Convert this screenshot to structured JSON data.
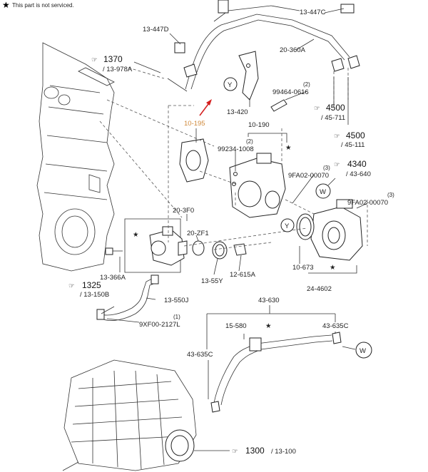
{
  "legend": {
    "symbol": "★",
    "text": "This part is not serviced."
  },
  "callouts": {
    "c_13447D": "13-447D",
    "c_13447C": "13-447C",
    "c_20360A": "20-360A",
    "c_1370": "1370",
    "c_13978A": "/ 13-978A",
    "c_Y1": "Y",
    "c_99464_num": "(2)",
    "c_99464": "99464-0616",
    "c_13420": "13-420",
    "c_4500a": "4500",
    "c_45711": "/ 45-711",
    "c_4500b": "4500",
    "c_45111": "/ 45-111",
    "c_10195": "10-195",
    "c_10190": "10-190",
    "c_99234_num": "(2)",
    "c_99234": "99234-1008",
    "c_9FA02a_num": "(3)",
    "c_9FA02a": "9FA02-00070",
    "c_4340": "4340",
    "c_43640": "/ 43-640",
    "c_W1": "W",
    "c_9FA02b_num": "(3)",
    "c_9FA02b": "9FA02-00070",
    "c_203F0": "20-3F0",
    "c_20ZF1": "20-ZF1",
    "c_Y2": "Y",
    "c_10673": "10-673",
    "c_244602": "24-4602",
    "c_13366A": "13-366A",
    "c_1355Y": "13-55Y",
    "c_12615A": "12-615A",
    "c_1325": "1325",
    "c_13150B": "/ 13-150B",
    "c_13550J": "13-550J",
    "c_9XF_num": "(1)",
    "c_9XF": "9XF00-2127L",
    "c_43630": "43-630",
    "c_15580": "15-580",
    "c_43635C_r": "43-635C",
    "c_W2": "W",
    "c_43635C_l": "43-635C",
    "c_1300": "1300",
    "c_13100": "/ 13-100"
  },
  "colors": {
    "highlight": "#d08a3c",
    "arrow": "#d42020"
  }
}
